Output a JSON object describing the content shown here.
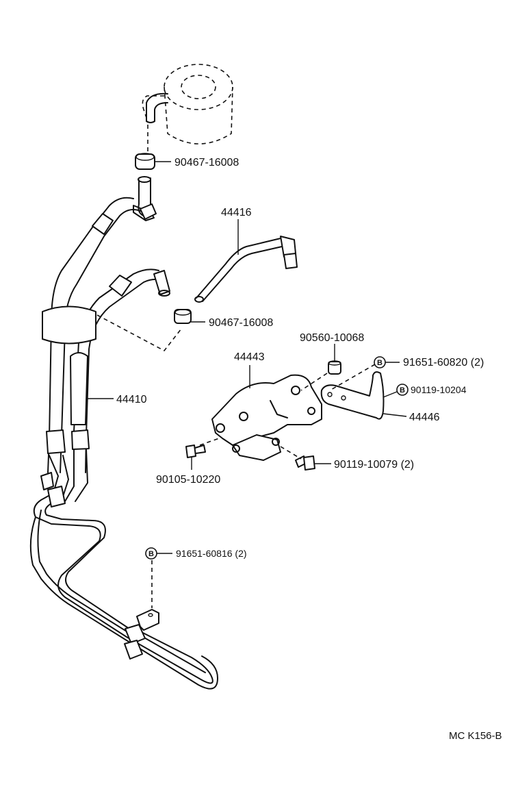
{
  "parts": {
    "clip_upper": "90467-16008",
    "hose_44416": "44416",
    "clip_lower": "90467-16008",
    "collar": "90560-10068",
    "bracket_44443": "44443",
    "bolt_b_upper": "91651-60820 (2)",
    "bolt_90119_10204": "90119-10204",
    "hose_44410": "44410",
    "bracket_44446": "44446",
    "bolt_90105": "90105-10220",
    "bolt_90119_10079": "90119-10079 (2)",
    "bolt_b_lower": "91651-60816 (2)"
  },
  "callout_marker": "B",
  "figure_code": "MC K156-B"
}
